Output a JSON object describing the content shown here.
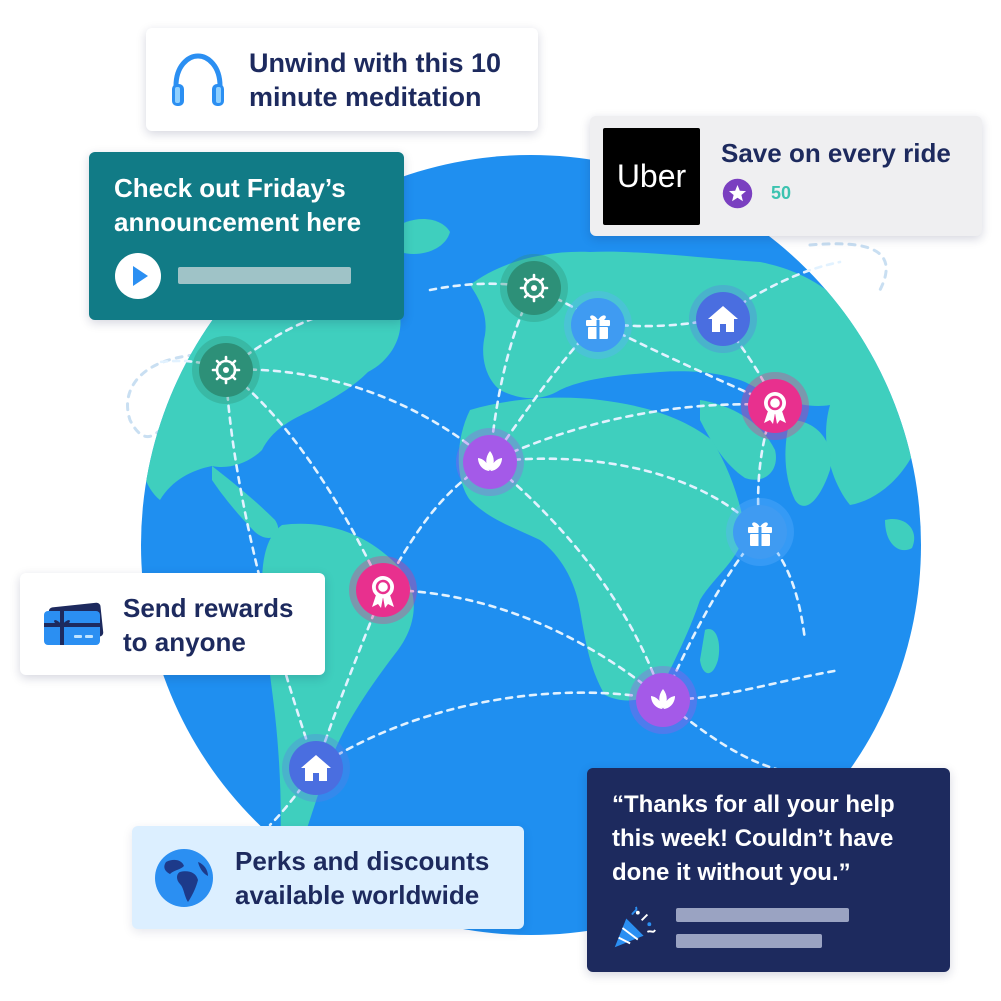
{
  "colors": {
    "ocean": "#1f8ff0",
    "land": "#3fcfbe",
    "navy": "#1d2a5e",
    "teal_card": "#117b86",
    "uber_grey": "#efeff1",
    "points_teal": "#3cc3b0",
    "points_purple": "#7a3fc0",
    "light_blue_card": "#dcefff",
    "node_green": "#2d9078",
    "node_blue": "#3f9bf2",
    "node_purple": "#a45ae8",
    "node_pink": "#e8308e"
  },
  "cards": {
    "meditation": {
      "icon": "headphones-icon",
      "line1": "Unwind with this 10",
      "line2": "minute meditation"
    },
    "announcement": {
      "icon": "play-icon",
      "line1": "Check out Friday’s",
      "line2": "announcement here"
    },
    "uber": {
      "logo": "Uber",
      "title": "Save on every ride",
      "points": "50",
      "points_icon": "star-icon"
    },
    "rewards": {
      "icon": "gift-card-icon",
      "line1": "Send rewards",
      "line2": "to anyone"
    },
    "perks": {
      "icon": "globe-icon",
      "line1": "Perks and discounts",
      "line2": "available worldwide"
    },
    "thanks": {
      "icon": "party-popper-icon",
      "line1": "“Thanks for all your help",
      "line2": "this week! Couldn’t have",
      "line3": "done it without you.”"
    }
  },
  "map_nodes": [
    {
      "id": "settings-na",
      "kind": "settings",
      "icon": "gear-icon"
    },
    {
      "id": "settings-europe",
      "kind": "settings",
      "icon": "gear-icon"
    },
    {
      "id": "gift-europe",
      "kind": "gift",
      "icon": "gift-icon"
    },
    {
      "id": "home-asia",
      "kind": "home",
      "icon": "house-icon"
    },
    {
      "id": "award-asia",
      "kind": "award",
      "icon": "award-icon"
    },
    {
      "id": "wellness-atlantic",
      "kind": "wellness",
      "icon": "lotus-icon"
    },
    {
      "id": "gift-indian-ocean",
      "kind": "gift",
      "icon": "gift-icon"
    },
    {
      "id": "award-south-america",
      "kind": "award",
      "icon": "award-icon"
    },
    {
      "id": "wellness-south-africa",
      "kind": "wellness",
      "icon": "lotus-icon"
    },
    {
      "id": "home-south-america",
      "kind": "home",
      "icon": "house-icon"
    }
  ]
}
